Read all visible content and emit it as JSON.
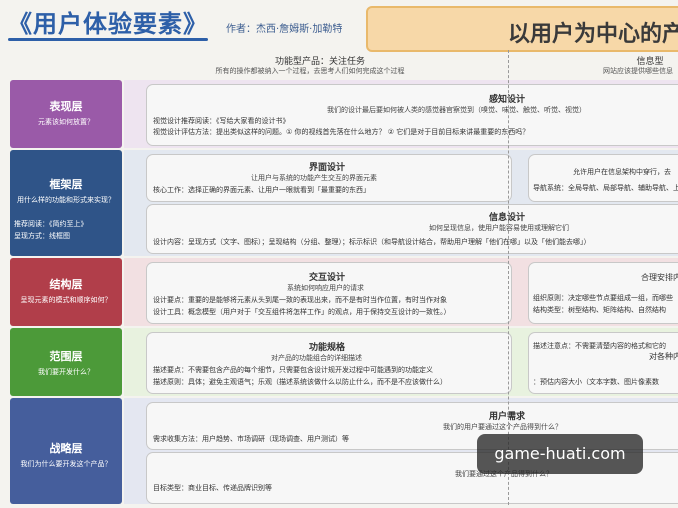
{
  "header": {
    "title": "《用户体验要素》",
    "author": "作者：杰西·詹姆斯·加勒特",
    "banner": "以用户为中心的产"
  },
  "columns": {
    "left_title": "功能型产品：关注任务",
    "left_sub": "所有的操作都被纳入一个过程，去思考人们如何完成这个过程",
    "right_title": "信息型",
    "right_sub": "网站应该提供哪些信息"
  },
  "colors": {
    "layer1": "#9a5aa8",
    "layer2": "#2f5488",
    "layer3": "#b13e4a",
    "layer4": "#4c9a39",
    "layer5": "#455e9c",
    "band1": "#eee4f0",
    "band2": "#e3e8f0",
    "band3": "#f2e0e2",
    "band4": "#e8f2df",
    "band5": "#e4e7f1",
    "watermark": "#333333"
  },
  "layers": [
    {
      "title": "表现层",
      "sub": "元素该如何放置？",
      "extra1": "",
      "extra2": ""
    },
    {
      "title": "框架层",
      "sub": "用什么样的功能和形式来实现？",
      "extra1": "推荐阅读：《简约至上》",
      "extra2": "呈现方式：线框图"
    },
    {
      "title": "结构层",
      "sub": "呈现元素的模式和顺序如何？",
      "extra1": "",
      "extra2": ""
    },
    {
      "title": "范围层",
      "sub": "我们要开发什么？",
      "extra1": "",
      "extra2": ""
    },
    {
      "title": "战略层",
      "sub": "我们为什么要开发这个产品？",
      "extra1": "",
      "extra2": ""
    }
  ],
  "boxes": {
    "perception": {
      "title": "感知设计",
      "sub": "我们的设计最后要如何被人类的感觉器官察觉到（嗅觉、味觉、触觉、听觉、视觉）",
      "line1": "视觉设计推荐阅读：《写给大家看的设计书》",
      "line2": "视觉设计评估方法：提出类似这样的问题。① 你的视线首先落在什么地方？ ② 它们是对于目前目标来讲最重要的东西吗？"
    },
    "interface": {
      "title": "界面设计",
      "sub": "让用户与系统的功能产生交互的界面元素",
      "line1": "核心工作：选择正确的界面元素、让用户一眼就看到「最重要的东西」"
    },
    "navigation": {
      "line1": "允许用户在信息架构中穿行，去",
      "line2": "导航系统：全局导航、局部导航、辅助导航、上"
    },
    "information": {
      "title": "信息设计",
      "sub": "如何呈现信息，使用户能容易使用或理解它们",
      "line1": "设计内容：呈现方式（文字、图标）；呈现结构（分组、整理）；标示标识（和导航设计结合，帮助用户理解「他们在哪」以及「他们能去哪」）"
    },
    "interaction": {
      "title": "交互设计",
      "sub": "系统如何响应用户的请求",
      "line1": "设计要点：重要的是能够将元素从头到尾一致的表现出来，而不是有时当作位置，有时当作对象",
      "line2": "设计工具：概念模型（用户对于「交互组件将怎样工作」的观点，用于保持交互设计的一致性。）"
    },
    "architecture": {
      "title": "合理安排内容",
      "line1": "组织原则：决定哪些节点要组成一组，而哪些",
      "line2": "结构类型：树型结构、矩阵结构、自然结构"
    },
    "functional": {
      "title": "功能规格",
      "sub": "对产品的功能组合的详细描述",
      "line1": "描述要点：不需要包含产品的每个细节，只需要包含设计规开发过程中可能遇到的功能定义",
      "line2": "描述原则：具体；避免主观语气；乐观（描述系统该做什么以防止什么，而不是不应该做什么）"
    },
    "content": {
      "title": "对各种内容",
      "line1": "描述注意点：不需要清楚内容的格式和它的",
      "line2": "：预估内容大小（文本字数、图片像素数"
    },
    "user_needs": {
      "title": "用户需求",
      "sub": "我们的用户要通过这个产品得到什么？",
      "line1": "需求收集方法：用户趋势、市场调研（现场调查、用户测试）等"
    },
    "objectives": {
      "sub": "我们要通过这个产品得到什么？",
      "line1": "目标类型：商业目标、传递品牌识别等"
    }
  },
  "watermark": "game-huati.com"
}
